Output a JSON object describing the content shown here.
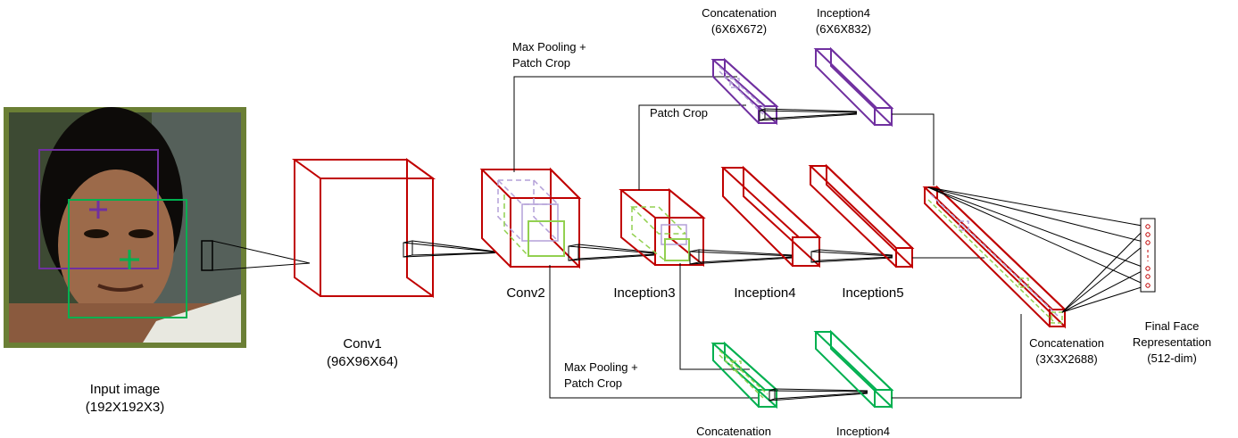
{
  "colors": {
    "red": "#c00000",
    "purple": "#7030a0",
    "green": "#00b050",
    "light_purple": "#b4a0d8",
    "light_green": "#92d050",
    "olive_frame": "#6b7f35",
    "face_bg": "#3a4a2a",
    "skin": "#9c6a4a"
  },
  "input": {
    "label": "Input image",
    "dims": "(192X192X3)"
  },
  "conv1": {
    "label": "Conv1",
    "dims": "(96X96X64)"
  },
  "conv2": {
    "label": "Conv2"
  },
  "inception3": {
    "label": "Inception3"
  },
  "inception4_mid": {
    "label": "Inception4"
  },
  "inception5": {
    "label": "Inception5"
  },
  "top_branch": {
    "pool_label_line1": "Max Pooling +",
    "pool_label_line2": "Patch Crop",
    "patch_crop_label": "Patch Crop",
    "concat_label": "Concatenation",
    "concat_dims": "(6X6X672)",
    "inception4_label": "Inception4",
    "inception4_dims": "(6X6X832)"
  },
  "bottom_branch": {
    "pool_label_line1": "Max Pooling +",
    "pool_label_line2": "Patch Crop",
    "concat_label": "Concatenation",
    "inception4_label": "Inception4"
  },
  "final_concat": {
    "label": "Concatenation",
    "dims": "(3X3X2688)"
  },
  "output": {
    "label_line1": "Final Face",
    "label_line2": "Representation",
    "label_line3": "(512-dim)"
  }
}
